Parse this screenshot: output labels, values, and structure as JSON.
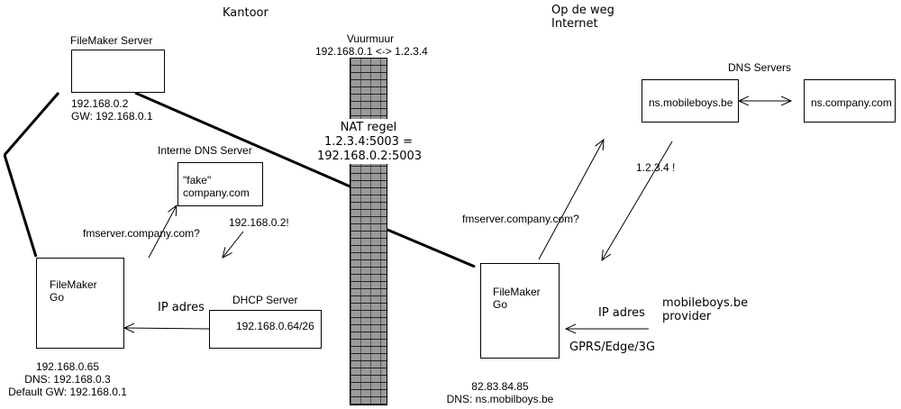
{
  "headers": {
    "office": "Kantoor",
    "onroad_line1": "Op de weg",
    "onroad_line2": "Internet"
  },
  "firewall": {
    "title": "Vuurmuur",
    "mapping": "192.168.0.1 <-> 1.2.3.4",
    "nat_line1": "NAT regel",
    "nat_line2": "1.2.3.4:5003 =",
    "nat_line3": "192.168.0.2:5003"
  },
  "fm_server": {
    "title": "FileMaker Server",
    "ip": "192.168.0.2",
    "gw": "GW: 192.168.0.1"
  },
  "internal_dns": {
    "title": "Interne DNS Server",
    "box_line1": "\"fake\"",
    "box_line2": "company.com",
    "query": "fmserver.company.com?",
    "answer": "192.168.0.2!"
  },
  "dhcp": {
    "title": "DHCP Server",
    "range": "192.168.0.64/26",
    "ip_label": "IP adres"
  },
  "fm_go_office": {
    "line1": "FileMaker",
    "line2": "Go",
    "ip": "192.168.0.65",
    "dns": "DNS: 192.168.0.3",
    "gw": "Default GW: 192.168.0.1"
  },
  "fm_go_mobile": {
    "line1": "FileMaker",
    "line2": "Go",
    "ip": "82.83.84.85",
    "dns": "DNS: ns.mobilboys.be",
    "query": "fmserver.company.com?"
  },
  "dns_servers": {
    "title": "DNS Servers",
    "ns1": "ns.mobileboys.be",
    "ns2": "ns.company.com",
    "answer": "1.2.3.4 !"
  },
  "provider": {
    "line1": "mobileboys.be",
    "line2": "provider",
    "ip_label": "IP adres",
    "tech": "GPRS/Edge/3G"
  },
  "colors": {
    "stroke": "#000000",
    "wall": "#9a9a9a",
    "background": "#ffffff"
  }
}
